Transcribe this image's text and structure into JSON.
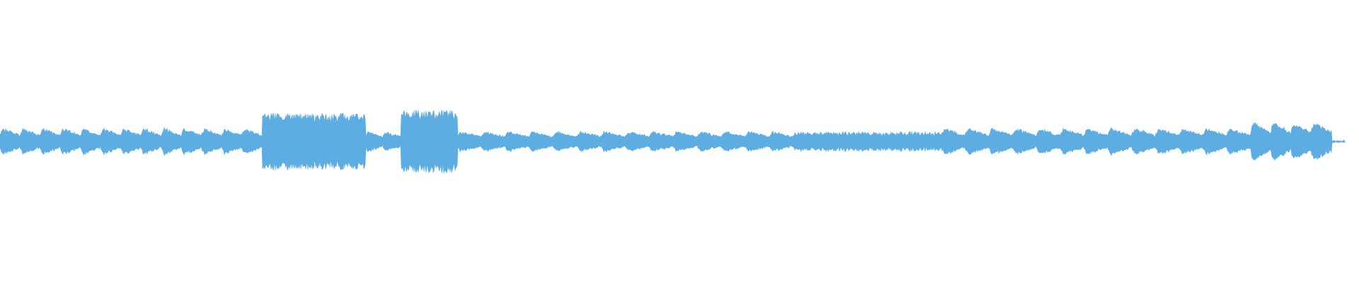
{
  "waveform": {
    "color": "#5dade2",
    "background": "#ffffff",
    "description_level": "audio-waveform",
    "segments": [
      {
        "start": 0.0,
        "end": 0.195,
        "style": "pulsed",
        "amplitude": 0.08,
        "pulse_count": 13
      },
      {
        "start": 0.195,
        "end": 0.272,
        "style": "dense",
        "amplitude": 0.17
      },
      {
        "start": 0.272,
        "end": 0.298,
        "style": "pulsed",
        "amplitude": 0.06,
        "pulse_count": 2
      },
      {
        "start": 0.298,
        "end": 0.34,
        "style": "dense",
        "amplitude": 0.19
      },
      {
        "start": 0.34,
        "end": 0.59,
        "style": "pulsed",
        "amplitude": 0.06,
        "pulse_count": 14
      },
      {
        "start": 0.59,
        "end": 0.7,
        "style": "flat-noisy",
        "amplitude": 0.05
      },
      {
        "start": 0.7,
        "end": 0.93,
        "style": "pulsed",
        "amplitude": 0.08,
        "pulse_count": 13
      },
      {
        "start": 0.93,
        "end": 0.99,
        "style": "pulsed",
        "amplitude": 0.12,
        "pulse_count": 4
      }
    ]
  }
}
